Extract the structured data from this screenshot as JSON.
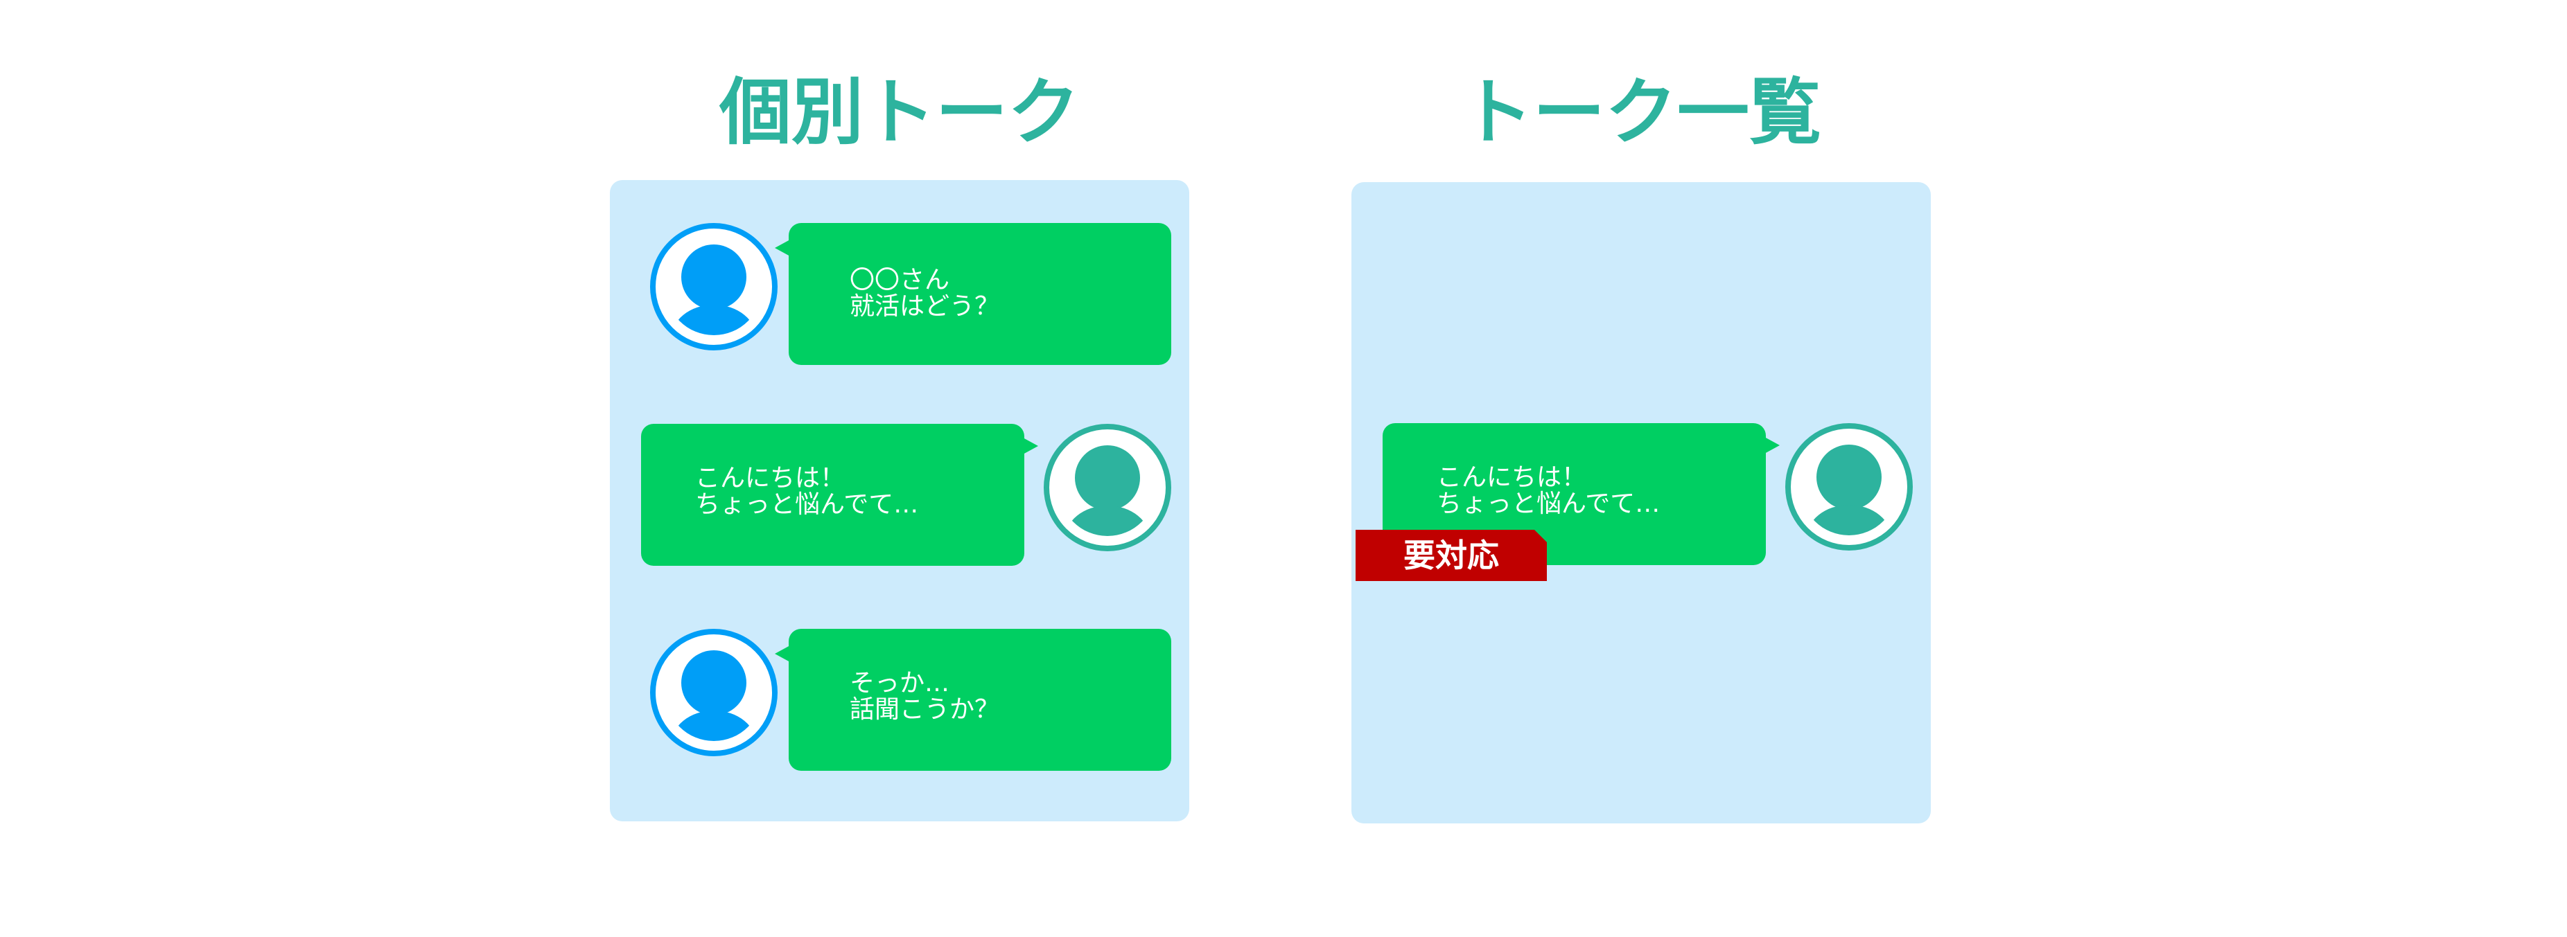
{
  "titles": {
    "left": "個別トーク",
    "right": "トーク一覧"
  },
  "individual_talk": {
    "messages": [
      {
        "sender": "advisor",
        "text": "〇〇さん\n就活はどう？"
      },
      {
        "sender": "student",
        "text": "こんにちは！\nちょっと悩んでて…"
      },
      {
        "sender": "advisor",
        "text": "そっか…\n話聞こうか？"
      }
    ]
  },
  "talk_list": {
    "messages": [
      {
        "sender": "student",
        "text": "こんにちは！\nちょっと悩んでて…"
      }
    ],
    "badge": "要対応"
  },
  "colors": {
    "title": "#2db39e",
    "panel_bg": "#cdebfc",
    "bubble": "#00cf62",
    "advisor_avatar": "#009ef7",
    "student_avatar": "#2db39e",
    "badge": "#c00000"
  },
  "icons": {
    "advisor": "person-avatar-icon",
    "student": "person-avatar-icon"
  }
}
